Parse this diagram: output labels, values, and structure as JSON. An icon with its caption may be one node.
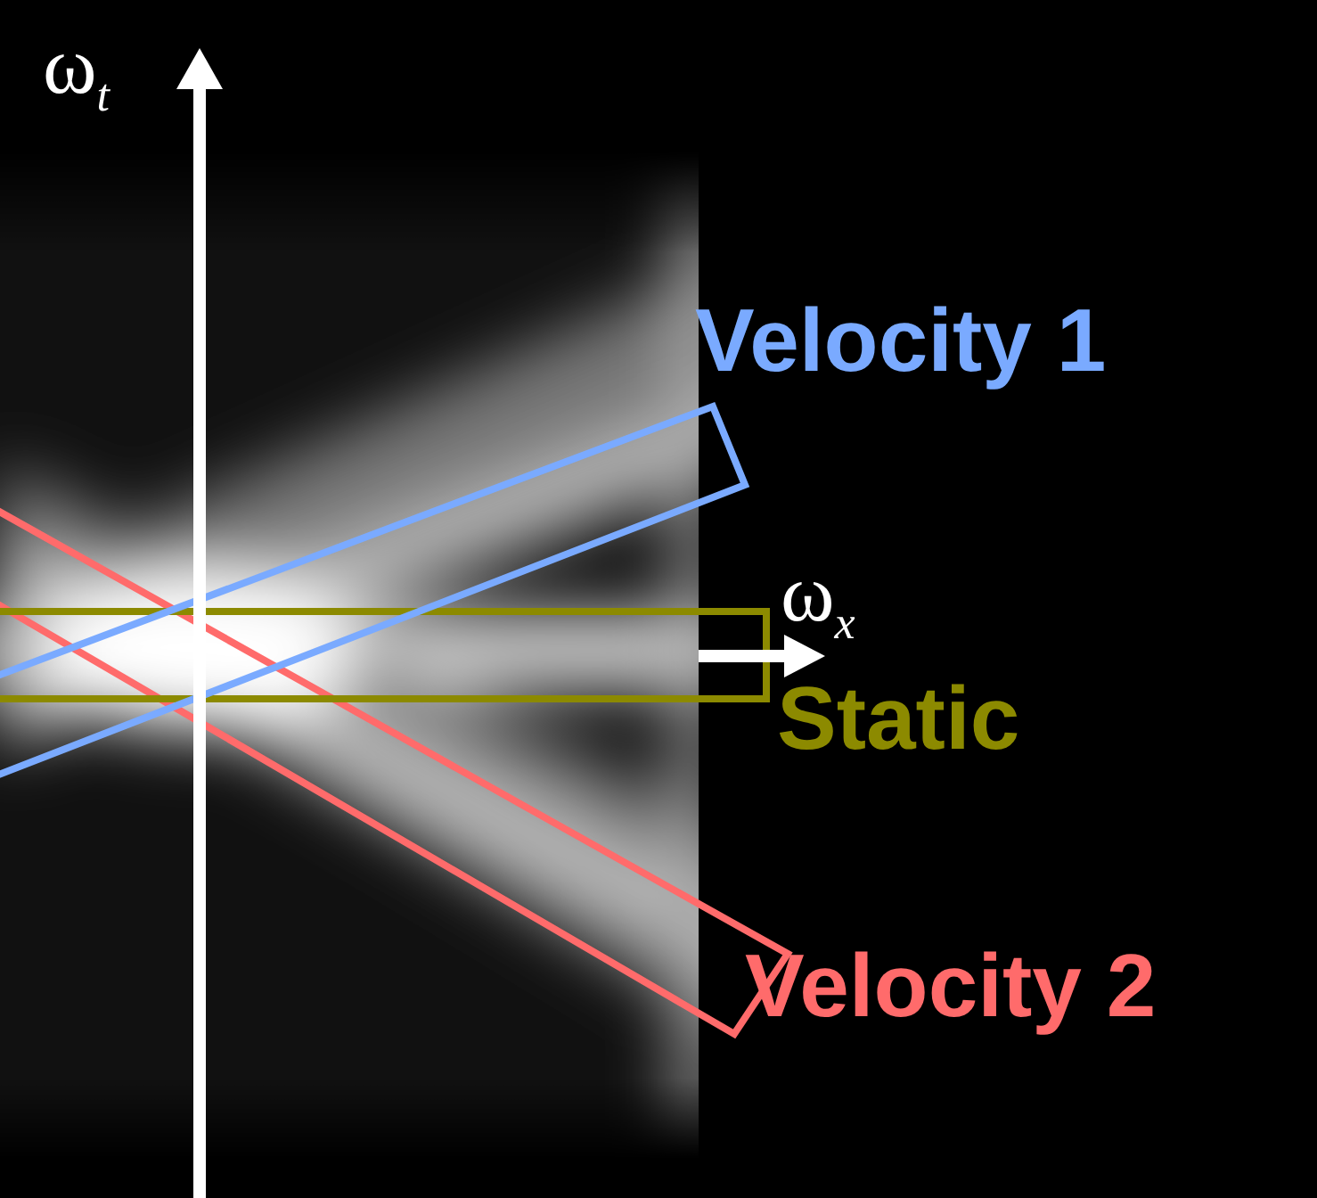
{
  "diagram": {
    "labels": [
      "ω$_{t}$",
      "Velocity 1",
      "ω$_{x}$",
      "Static",
      "Velocity 2"
    ]
  }
}
